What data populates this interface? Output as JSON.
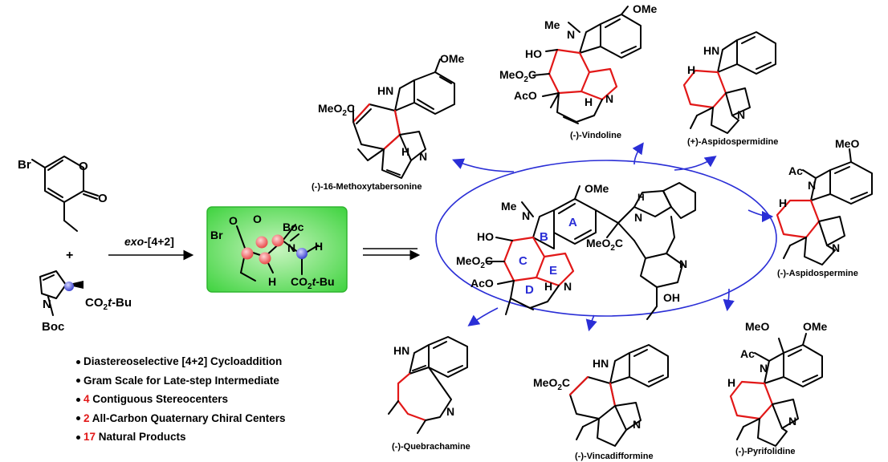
{
  "arrow_label": "exo-[4+2]",
  "pyrone": {
    "br": "Br",
    "o": "O",
    "o2": "O"
  },
  "plus": "+",
  "pyrroline": {
    "n": "N",
    "boc": "Boc",
    "ester": "CO₂t-Bu"
  },
  "transition_state": {
    "br": "Br",
    "o1": "O",
    "o2": "O",
    "boc": "Boc",
    "n": "N",
    "h1": "H",
    "h2": "H",
    "ester": "CO₂t-Bu",
    "color": "#3fd33f"
  },
  "center": {
    "ring_letters": [
      "A",
      "B",
      "C",
      "D",
      "E"
    ],
    "labels": {
      "ome": "OMe",
      "me_n": "Me",
      "n1": "N",
      "ho": "HO",
      "meo2c": "MeO₂C",
      "aco": "AcO",
      "h": "H",
      "n2": "N",
      "nh_indole": "N",
      "h_indole": "H",
      "meo2c2": "MeO₂C",
      "n3": "N",
      "oh": "OH"
    }
  },
  "products": [
    {
      "name": "(-)-16-Methoxytabersonine",
      "labels": {
        "ome": "OMe",
        "hn": "HN",
        "meo2c": "MeO₂C",
        "h": "H",
        "n": "N"
      }
    },
    {
      "name": "(-)-Vindoline",
      "labels": {
        "ome": "OMe",
        "me": "Me",
        "n1": "N",
        "ho": "HO",
        "meo2c": "MeO₂C",
        "aco": "AcO",
        "h": "H",
        "n2": "N"
      }
    },
    {
      "name": "(+)-Aspidospermidine",
      "labels": {
        "hn": "HN",
        "h": "H",
        "n": "N"
      }
    },
    {
      "name": "(-)-Aspidospermine",
      "labels": {
        "meo": "MeO",
        "ac": "Ac",
        "n1": "N",
        "h": "H",
        "n2": "N"
      }
    },
    {
      "name": "(-)-Quebrachamine",
      "labels": {
        "hn": "HN",
        "n": "N"
      }
    },
    {
      "name": "(-)-Vincadifformine",
      "labels": {
        "hn": "HN",
        "meo2c": "MeO₂C",
        "n": "N"
      }
    },
    {
      "name": "(-)-Pyrifolidine",
      "labels": {
        "meo": "MeO",
        "ome": "OMe",
        "ac": "Ac",
        "n1": "N",
        "h": "H",
        "n2": "N"
      }
    }
  ],
  "bullets": [
    {
      "num": "",
      "text": "Diastereoselective [4+2] Cycloaddition"
    },
    {
      "num": "",
      "text": "Gram Scale for Late-step Intermediate"
    },
    {
      "num": "4",
      "text": " Contiguous Stereocenters"
    },
    {
      "num": "2",
      "text": " All-Carbon Quaternary Chiral Centers"
    },
    {
      "num": "17",
      "text": " Natural Products"
    }
  ],
  "colors": {
    "accent_red": "#e21818",
    "accent_blue": "#2a2ed6",
    "box_green": "#3fd33f",
    "ball_red": "#f08080",
    "ball_blue": "#4a55e0"
  }
}
